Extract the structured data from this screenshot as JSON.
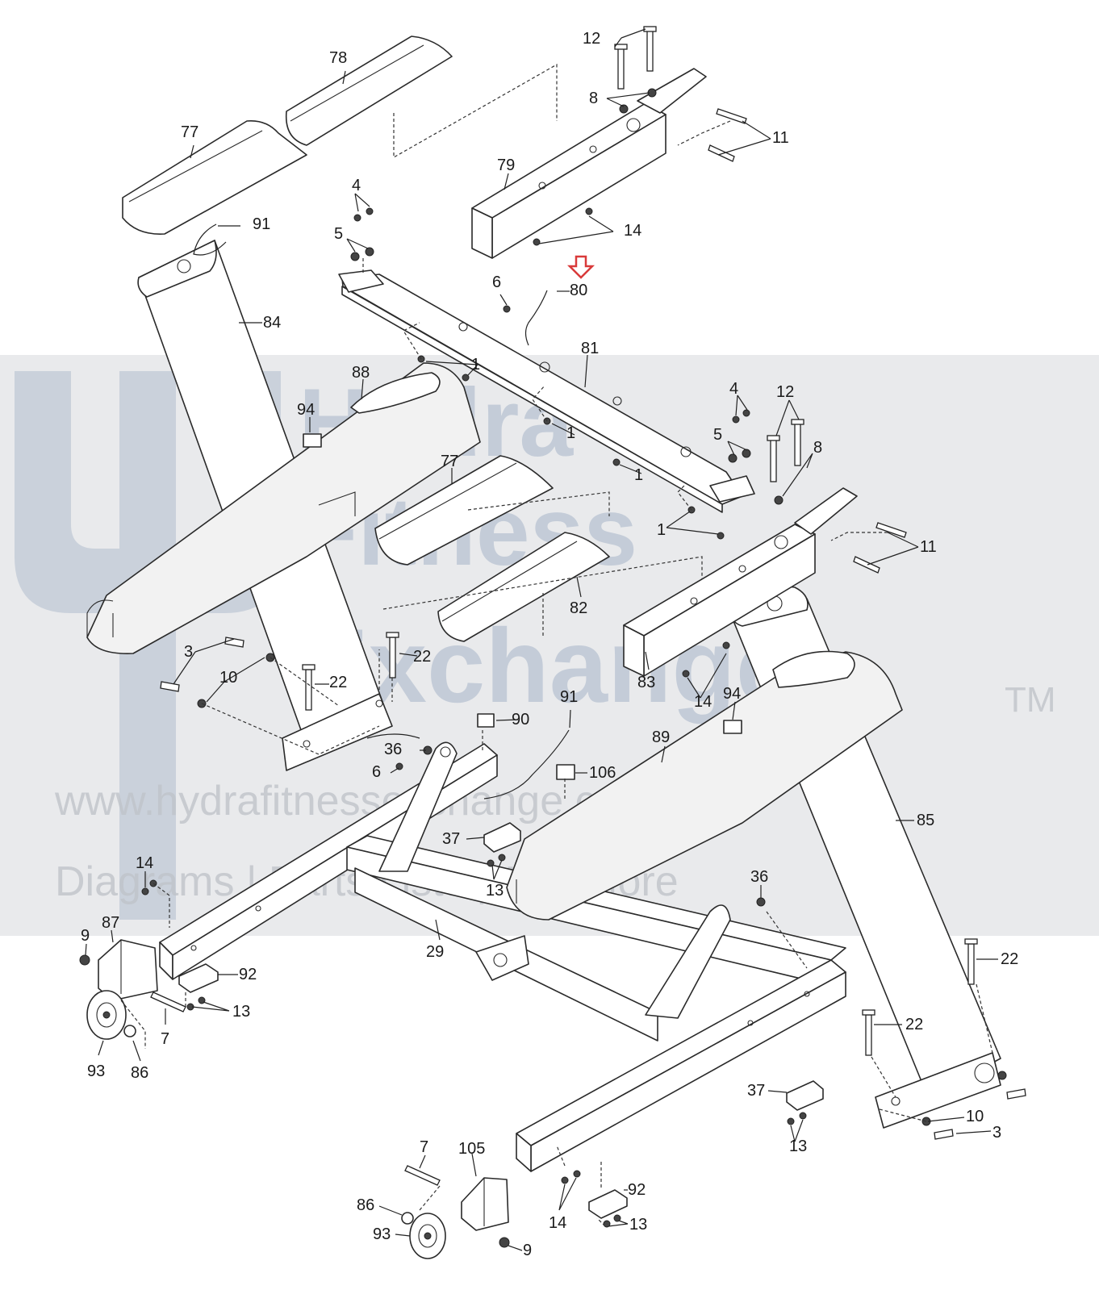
{
  "watermark": {
    "brand_line1": "Hydra",
    "brand_line2": "Fitness",
    "brand_line3": "Exchange",
    "trademark": "TM",
    "url": "www.hydrafitnessexchange.com",
    "tagline": "Diagrams | Parts Lists | And More"
  },
  "highlight": {
    "part": "80",
    "arrow_color": "#d93a3a"
  },
  "callouts": [
    "12",
    "78",
    "8",
    "11",
    "77",
    "79",
    "4",
    "14",
    "91",
    "5",
    "80",
    "6",
    "84",
    "81",
    "1",
    "88",
    "94",
    "1",
    "4",
    "12",
    "1",
    "5",
    "8",
    "77",
    "1",
    "11",
    "82",
    "83",
    "22",
    "3",
    "10",
    "22",
    "14",
    "94",
    "89",
    "91",
    "90",
    "36",
    "6",
    "106",
    "85",
    "37",
    "13",
    "14",
    "36",
    "9",
    "87",
    "29",
    "22",
    "92",
    "13",
    "7",
    "22",
    "93",
    "86",
    "37",
    "10",
    "13",
    "3",
    "7",
    "105",
    "92",
    "86",
    "14",
    "13",
    "93",
    "9"
  ]
}
